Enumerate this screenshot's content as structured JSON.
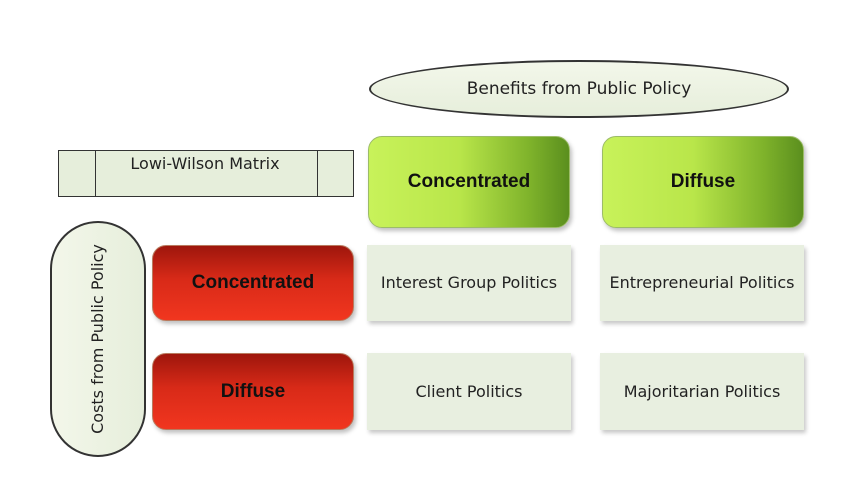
{
  "diagram": {
    "title_box": "Lowi-Wilson Matrix",
    "benefits_header": "Benefits from Public Policy",
    "costs_header": "Costs from Public Policy",
    "benefit_columns": [
      "Concentrated",
      "Diffuse"
    ],
    "cost_rows": [
      "Concentrated",
      "Diffuse"
    ],
    "cells": [
      [
        "Interest Group Politics",
        "Entrepreneurial Politics"
      ],
      [
        "Client Politics",
        "Majoritarian Politics"
      ]
    ],
    "colors": {
      "benefit_tile": "#b9e64a",
      "cost_tile": "#d82a18",
      "cell_bg": "#e8efe0"
    }
  }
}
